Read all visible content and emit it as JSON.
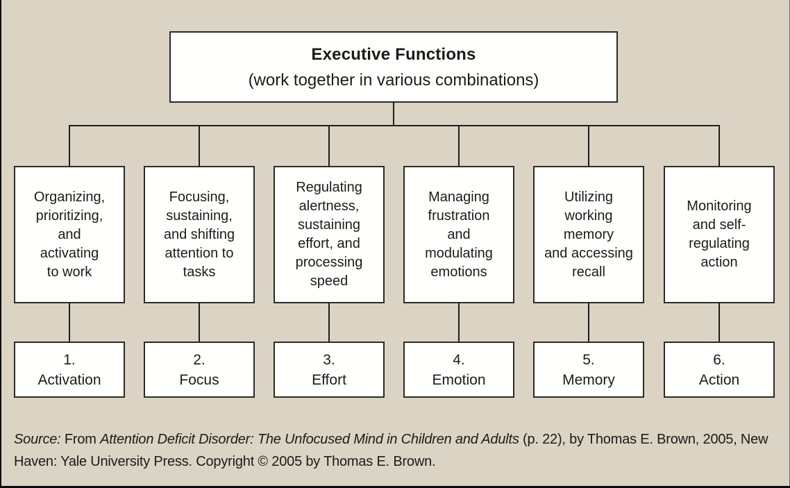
{
  "root_box": {
    "title": "Executive Functions",
    "subtitle": "(work together in various combinations)"
  },
  "functions": [
    {
      "description_lines": [
        "Organizing,",
        "prioritizing,",
        "and",
        "activating",
        "to work"
      ],
      "number": "1.",
      "name": "Activation"
    },
    {
      "description_lines": [
        "Focusing,",
        "sustaining,",
        "and shifting",
        "attention to",
        "tasks"
      ],
      "number": "2.",
      "name": "Focus"
    },
    {
      "description_lines": [
        "Regulating",
        "alertness,",
        "sustaining",
        "effort, and",
        "processing",
        "speed"
      ],
      "number": "3.",
      "name": "Effort"
    },
    {
      "description_lines": [
        "Managing",
        "frustration",
        "and",
        "modulating",
        "emotions"
      ],
      "number": "4.",
      "name": "Emotion"
    },
    {
      "description_lines": [
        "Utilizing",
        "working",
        "memory",
        "and accessing",
        "recall"
      ],
      "number": "5.",
      "name": "Memory"
    },
    {
      "description_lines": [
        "Monitoring",
        "and self-",
        "regulating",
        "action"
      ],
      "number": "6.",
      "name": "Action"
    }
  ],
  "source": {
    "label": "Source:",
    "from": "From",
    "title": "Attention Deficit Disorder: The Unfocused Mind in Children and Adults",
    "rest": "(p. 22), by Thomas E. Brown, 2005, New Haven: Yale University Press. Copyright © 2005 by Thomas E. Brown."
  },
  "colors": {
    "background": "#dbd4c5",
    "box_fill": "#fffffe",
    "box_border": "#2c2a25",
    "text": "#1c1b18"
  }
}
